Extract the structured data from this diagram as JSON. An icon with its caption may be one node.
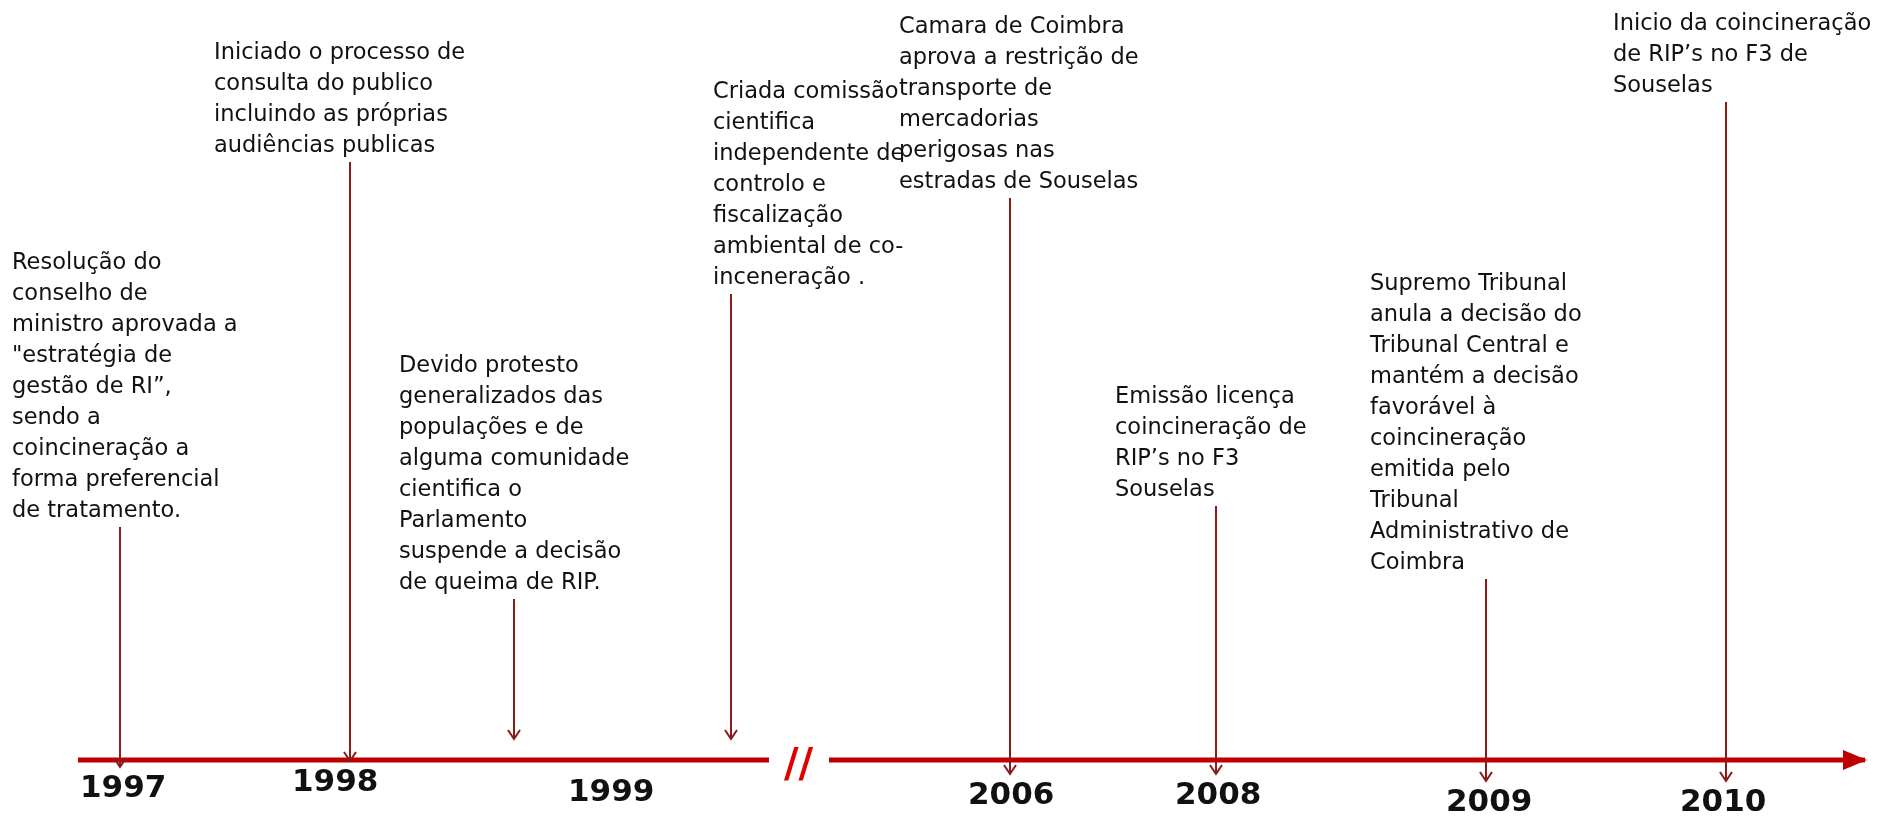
{
  "diagram": {
    "nodes": [
      {
        "text": [
          "Resolução do conselho de ministro aprovada a \"estratégia de gestão de RI”, sendo a coincineração  a forma preferencial de tratamento."
        ]
      },
      {
        "text": [
          "Iniciado o processo de consulta do publico incluindo as próprias audiências publicas"
        ]
      },
      {
        "text": [
          "Devido protesto generalizados das populações e de alguma comunidade cientifica o Parlamento suspende a decisão de queima de RIP."
        ]
      },
      {
        "text": [
          "Criada comissão cientifica independente de controlo e fiscalização ambiental de co-inceneração ."
        ]
      },
      {
        "text": [
          "Camara de Coimbra aprova a restrição de transporte de mercadorias perigosas nas estradas de Souselas"
        ]
      },
      {
        "text": [
          "Emissão licença coincineração de RIP’s no F3 Souselas"
        ]
      },
      {
        "text": [
          "Supremo Tribunal anula a decisão do Tribunal Central e mantém a decisão favorável à coincineração emitida pelo Tribunal Administrativo de Coimbra"
        ]
      },
      {
        "text": [
          "Inicio da coincineração de RIP’s no F3 de Souselas"
        ]
      },
      {
        "text": [
          "1997"
        ]
      },
      {
        "text": [
          "1998"
        ]
      },
      {
        "text": [
          "1999"
        ]
      },
      {
        "text": [
          "2006"
        ]
      },
      {
        "text": [
          "2008"
        ]
      },
      {
        "text": [
          "2009"
        ]
      },
      {
        "text": [
          "2010"
        ]
      }
    ],
    "edges": [
      {
        "from": 0,
        "to": 8,
        "arrow": "to"
      },
      {
        "from": 1,
        "to": 9,
        "arrow": "to"
      },
      {
        "from": 2,
        "to": null,
        "arrow": "to"
      },
      {
        "from": 3,
        "to": null,
        "arrow": "to"
      },
      {
        "from": 4,
        "to": 11,
        "arrow": "to"
      },
      {
        "from": 5,
        "to": 12,
        "arrow": "to"
      },
      {
        "from": 6,
        "to": 13,
        "arrow": "to"
      },
      {
        "from": 7,
        "to": 14,
        "arrow": "to"
      }
    ],
    "labels": [
      "//"
    ]
  }
}
